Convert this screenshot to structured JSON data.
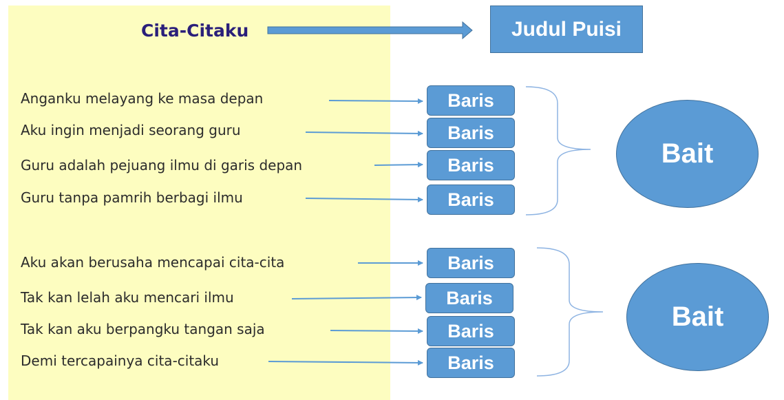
{
  "poem": {
    "title": "Cita-Citaku",
    "lines": [
      "Anganku melayang ke masa depan",
      "Aku ingin menjadi seorang guru",
      "Guru adalah pejuang ilmu di garis depan",
      "Guru tanpa pamrih berbagi ilmu",
      "Aku akan berusaha mencapai cita-cita",
      "Tak kan lelah aku mencari ilmu",
      "Tak kan aku berpangku tangan saja",
      "Demi tercapainya cita-citaku"
    ]
  },
  "labels": {
    "title_label": "Judul Puisi",
    "line_label": "Baris",
    "stanza_label": "Bait"
  },
  "colors": {
    "panel_bg": "#fdfdc0",
    "box_fill": "#5b9bd5",
    "box_border": "#41719c",
    "arrow": "#5b9bd5",
    "title_text": "#2a1f7a"
  }
}
